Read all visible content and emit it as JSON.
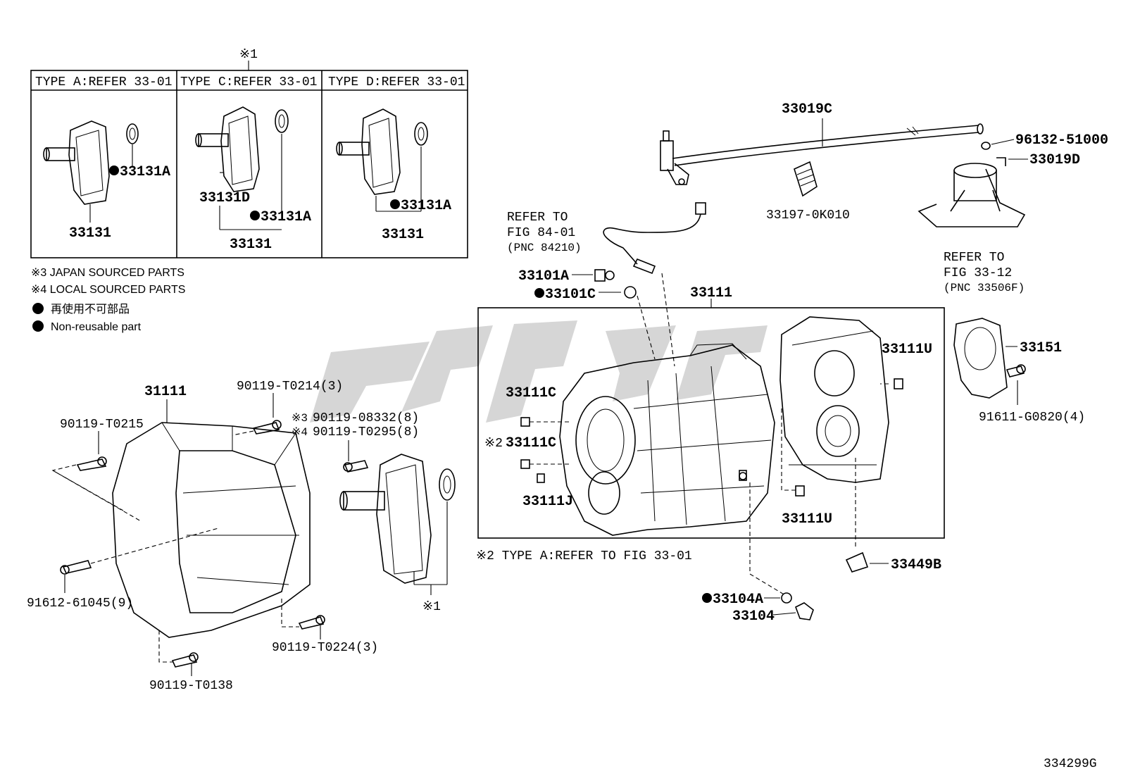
{
  "top_marker": "※1",
  "type_boxes": [
    {
      "header": "TYPE A:REFER 33-01",
      "labels": [
        "33131A",
        "33131"
      ]
    },
    {
      "header": "TYPE C:REFER 33-01",
      "labels": [
        "33131D",
        "33131A",
        "33131"
      ]
    },
    {
      "header": "TYPE D:REFER 33-01",
      "labels": [
        "33131A",
        "33131"
      ]
    }
  ],
  "legend": {
    "japan": "※3 JAPAN SOURCED PARTS",
    "local": "※4 LOCAL SOURCED PARTS",
    "nonreusable_jp": "再使用不可部品",
    "nonreusable_en": "Non-reusable part"
  },
  "parts": {
    "p33019C": "33019C",
    "p96132": "96132-51000",
    "p33019D": "33019D",
    "p33197": "33197-0K010",
    "refer84_1": "REFER TO",
    "refer84_2": "FIG 84-01",
    "refer84_3": "(PNC 84210)",
    "refer3312_1": "REFER TO",
    "refer3312_2": "FIG 33-12",
    "refer3312_3": "(PNC 33506F)",
    "p33101A": "33101A",
    "p33101C": "33101C",
    "p33111": "33111",
    "p33111U_top": "33111U",
    "p33111C_a": "33111C",
    "p33111C_b": "33111C",
    "p33111C_b_mark": "※2",
    "p33111J": "33111J",
    "p33111U_bot": "33111U",
    "p33151": "33151",
    "p91611": "91611-G0820(4)",
    "note_type_a": "※2 TYPE A:REFER TO FIG 33-01",
    "p33449B": "33449B",
    "p33104A": "33104A",
    "p33104": "33104",
    "p31111": "31111",
    "p90119_T0214": "90119-T0214(3)",
    "p90119_T0215": "90119-T0215",
    "p90119_08332": "90119-08332(8)",
    "p90119_08332_mark": "※3",
    "p90119_T0295": "90119-T0295(8)",
    "p90119_T0295_mark": "※4",
    "p91612": "91612-61045(9)",
    "p90119_T0224": "90119-T0224(3)",
    "p90119_T0138": "90119-T0138",
    "bottom_marker": "※1"
  },
  "diagram_id": "334299G",
  "watermark": "watermark-logo"
}
